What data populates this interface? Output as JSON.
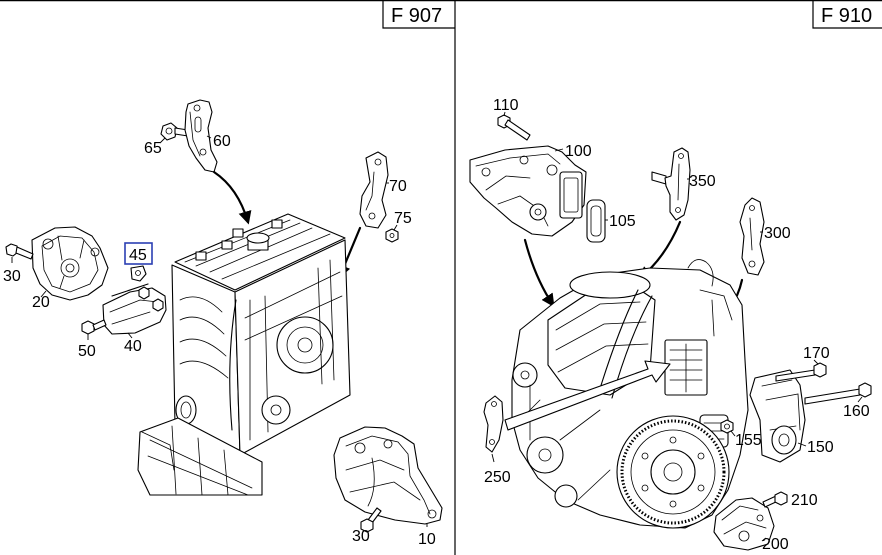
{
  "panels": {
    "left": {
      "code": "F 907",
      "callouts": [
        "65",
        "60",
        "70",
        "75",
        "45",
        "30",
        "20",
        "50",
        "40",
        "30",
        "10"
      ]
    },
    "right": {
      "code": "F 910",
      "callouts": [
        "110",
        "100",
        "350",
        "105",
        "300",
        "170",
        "160",
        "150",
        "155",
        "250",
        "210",
        "200"
      ]
    }
  },
  "colors": {
    "highlight": "#2b3fb3",
    "ink": "#000000",
    "background": "#ffffff"
  }
}
